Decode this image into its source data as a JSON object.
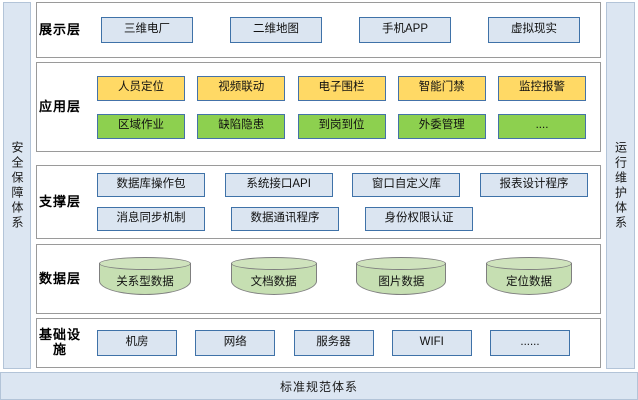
{
  "left_rail": {
    "label": "安全保障体系"
  },
  "right_rail": {
    "label": "运行维护体系"
  },
  "footer": {
    "label": "标准规范体系"
  },
  "layers": [
    {
      "key": "presentation",
      "label": "展示层",
      "rows": [
        {
          "style": "blue",
          "items": [
            "三维电厂",
            "二维地图",
            "手机APP",
            "虚拟现实"
          ]
        }
      ]
    },
    {
      "key": "application",
      "label": "应用层",
      "rows": [
        {
          "style": "yellow",
          "items": [
            "人员定位",
            "视频联动",
            "电子围栏",
            "智能门禁",
            "监控报警"
          ]
        },
        {
          "style": "green",
          "items": [
            "区域作业",
            "缺陷隐患",
            "到岗到位",
            "外委管理",
            "...."
          ]
        }
      ]
    },
    {
      "key": "support",
      "label": "支撑层",
      "rows": [
        {
          "style": "blue",
          "items": [
            "数据库操作包",
            "系统接口API",
            "窗口自定义库",
            "报表设计程序"
          ]
        },
        {
          "style": "blue",
          "items": [
            "消息同步机制",
            "数据通讯程序",
            "身份权限认证"
          ]
        }
      ]
    },
    {
      "key": "data",
      "label": "数据层",
      "rows": [
        {
          "style": "cylinder",
          "items": [
            "关系型数据",
            "文档数据",
            "图片数据",
            "定位数据"
          ]
        }
      ]
    },
    {
      "key": "infra",
      "label": "基础设施",
      "rows": [
        {
          "style": "blue",
          "items": [
            "机房",
            "网络",
            "服务器",
            "WIFI",
            "......"
          ]
        }
      ]
    }
  ],
  "colors": {
    "rail_fill": "#dce6f2",
    "blue_fill": "#dbe5f1",
    "blue_border": "#3f72a8",
    "yellow_fill": "#ffd965",
    "green_fill": "#8dd04f",
    "node_border": "#4472a8",
    "cylinder_fill": "#c6dfb2",
    "cylinder_border": "#7f7f7f",
    "panel_border": "#9a9a9a"
  }
}
